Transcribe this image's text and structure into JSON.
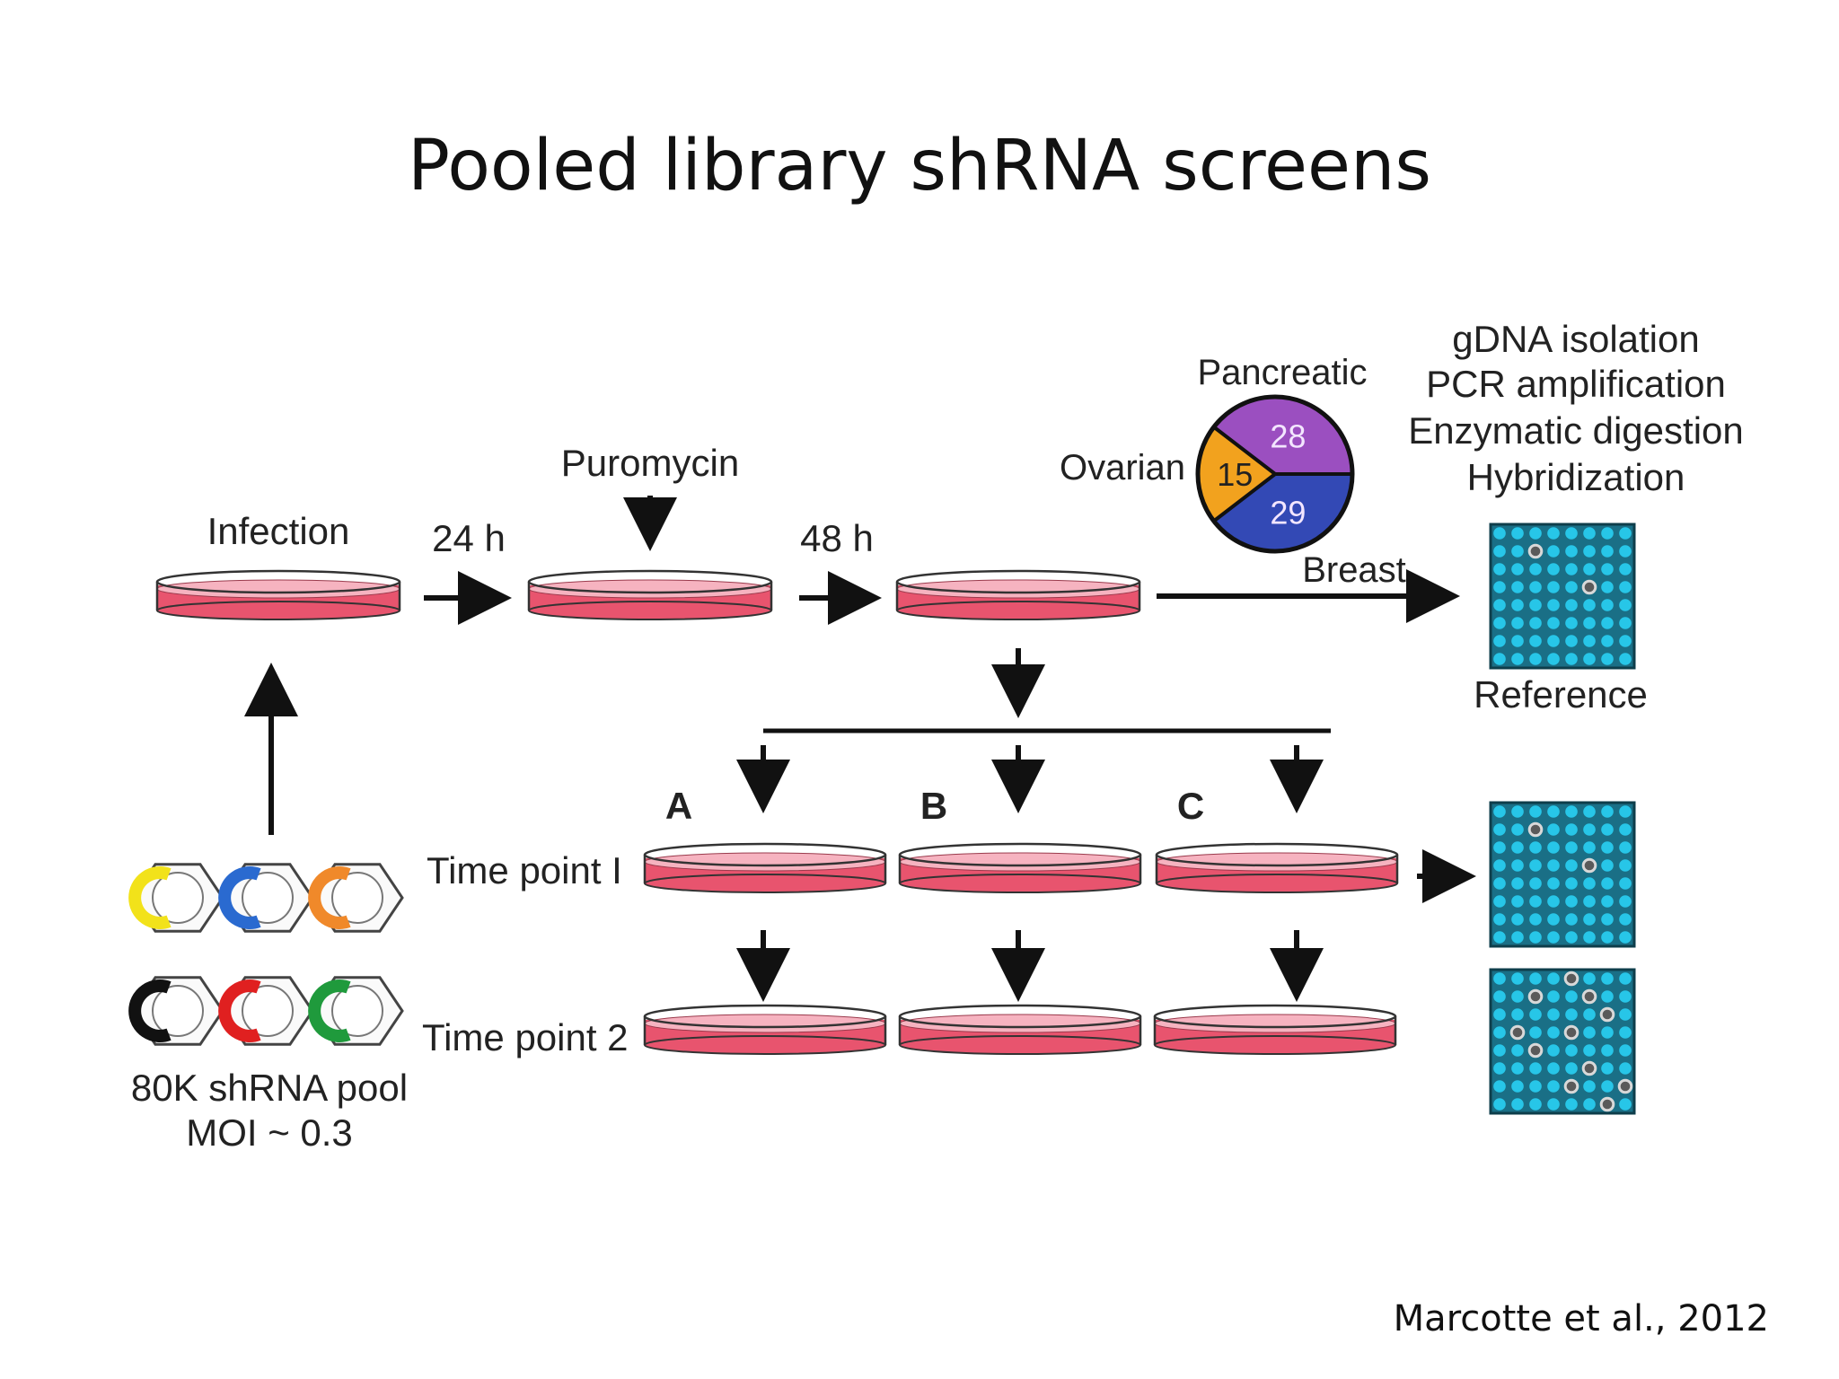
{
  "slide": {
    "title": "Pooled library shRNA screens",
    "citation": "Marcotte et al., 2012"
  },
  "diagram": {
    "steps": {
      "infection": "Infection",
      "time_24h": "24 h",
      "puromycin": "Puromycin",
      "time_48h": "48 h",
      "reference": "Reference",
      "time_point_1": "Time point I",
      "time_point_2": "Time point 2",
      "pool": "80K shRNA pool",
      "moi": "MOI ~ 0.3"
    },
    "replicates": [
      "A",
      "B",
      "C"
    ],
    "processing_steps": [
      "gDNA isolation",
      "PCR amplification",
      "Enzymatic digestion",
      "Hybridization"
    ],
    "pie": {
      "labels": {
        "pancreatic": "Pancreatic",
        "ovarian": "Ovarian",
        "breast": "Breast"
      },
      "slices": [
        {
          "name": "Pancreatic",
          "value": 28,
          "color": "#9b4fc0"
        },
        {
          "name": "Breast",
          "value": 29,
          "color": "#3349b5"
        },
        {
          "name": "Ovarian",
          "value": 15,
          "color": "#f2a21e"
        }
      ]
    },
    "colors": {
      "medium": "#e8546e",
      "array_bg": "#1a6f86",
      "array_dot": "#27c6e8",
      "plasmids_row1": [
        "#f2e21a",
        "#2a6ad0",
        "#f0892a"
      ],
      "plasmids_row2": [
        "#111111",
        "#e02020",
        "#1f9a3c"
      ]
    }
  }
}
